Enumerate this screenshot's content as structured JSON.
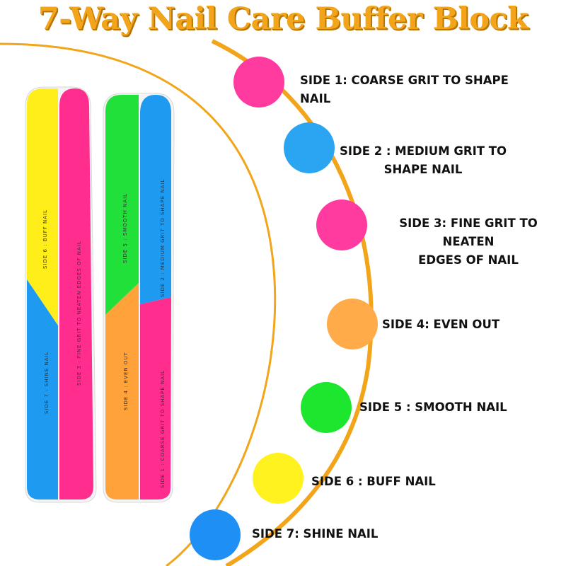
{
  "title": "7-Way Nail Care Buffer Block",
  "colors": {
    "accent": "#f2a51a",
    "pink": "#ff2d8e",
    "blue": "#1e9bf0",
    "green": "#22e03a",
    "yellow": "#ffee1a",
    "orange": "#ffa23a"
  },
  "sides": [
    {
      "label": "SIDE 1: COARSE GRIT TO SHAPE NAIL",
      "color": "#ff3ba0"
    },
    {
      "label": "SIDE 2 : MEDIUM GRIT TO\nSHAPE NAIL",
      "color": "#2aa5f2"
    },
    {
      "label": "SIDE 3: FINE GRIT TO NEATEN\nEDGES OF NAIL",
      "color": "#ff3ba0"
    },
    {
      "label": "SIDE 4: EVEN OUT",
      "color": "#ffab4a"
    },
    {
      "label": "SIDE 5 : SMOOTH NAIL",
      "color": "#1de62e"
    },
    {
      "label": "SIDE 6 : BUFF NAIL",
      "color": "#fff21f"
    },
    {
      "label": "SIDE 7: SHINE NAIL",
      "color": "#1e8ff5"
    }
  ],
  "sticks": {
    "left": {
      "side6": "SIDE 6 : BUFF NAIL",
      "side7": "SIDE 7 : SHINE NAIL",
      "side3": "SIDE 3 : FINE GRIT TO NEATEN EDGES OF NAIL"
    },
    "right": {
      "side5": "SIDE 5 : SMOOTH NAIL",
      "side4": "SIDE 4 : EVEN OUT",
      "side2": "SIDE 2 : MEDIUM GRIT TO SHAPE NAIL",
      "side1": "SIDE 1 : COARSE GRIT TO SHAPE NAIL"
    }
  }
}
